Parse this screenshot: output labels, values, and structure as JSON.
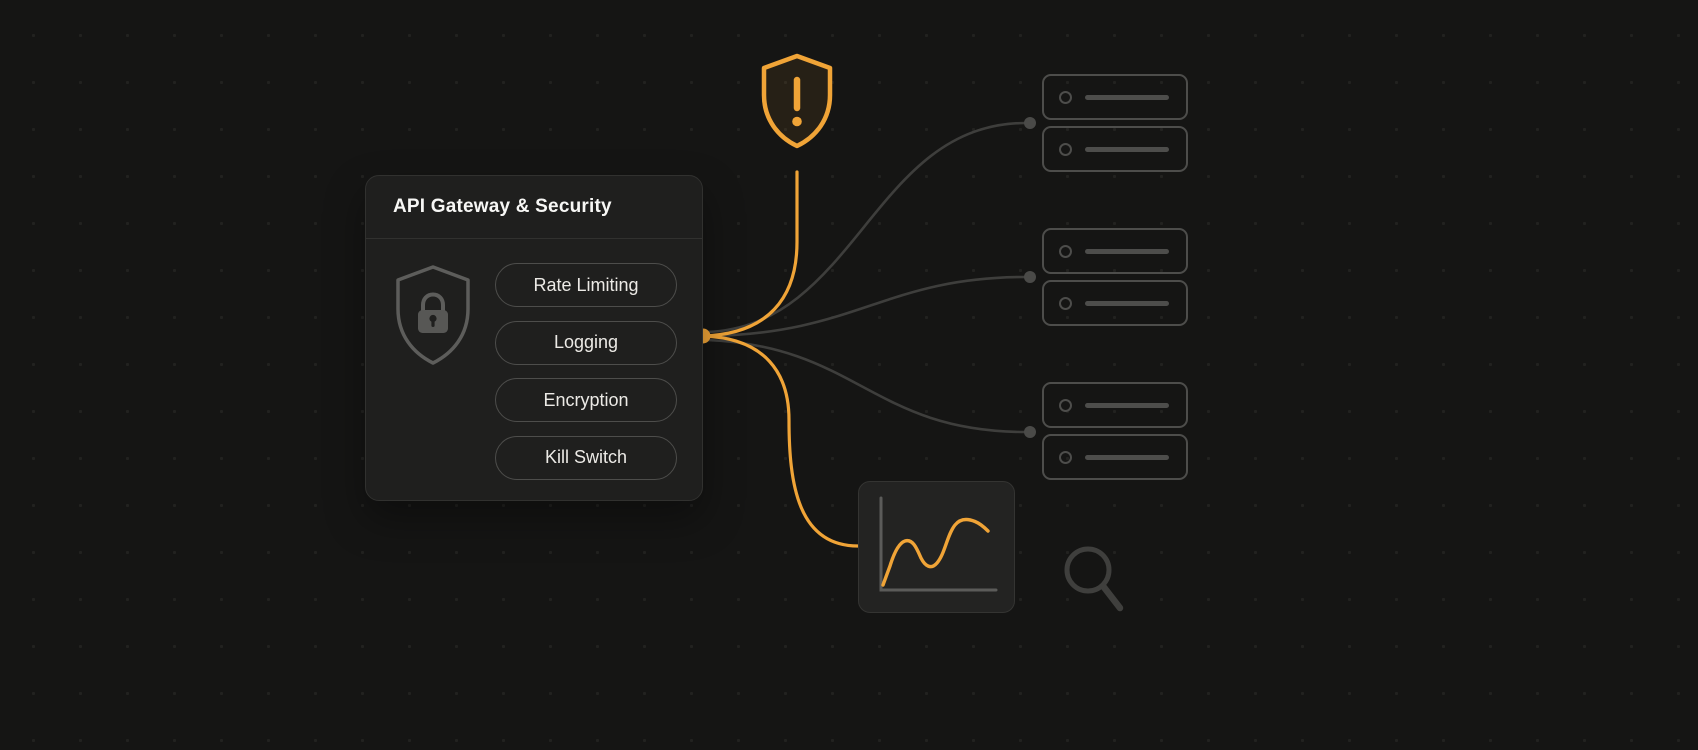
{
  "colors": {
    "background": "#151514",
    "card_bg": "#1f1f1e",
    "card_border": "#31312f",
    "pill_border": "#4d4d4b",
    "text": "#f2f2f0",
    "accent": "#f0a437",
    "line_gray": "#3e3e3c",
    "outline_gray": "#4d4d4b",
    "chart_bg": "#232322"
  },
  "card": {
    "title": "API Gateway & Security",
    "icon": "shield-lock-icon",
    "pills": [
      {
        "label": "Rate Limiting"
      },
      {
        "label": "Logging"
      },
      {
        "label": "Encryption"
      },
      {
        "label": "Kill Switch"
      }
    ]
  },
  "icons": {
    "top": "shield-alert-icon",
    "right": "server-stack-icon",
    "bottom": "line-chart-icon",
    "search": "search-icon"
  },
  "diagram": {
    "server_stacks": 3,
    "rows_per_stack": 2,
    "connections": [
      "gateway-to-warning-shield",
      "gateway-to-server-stack-1",
      "gateway-to-server-stack-2",
      "gateway-to-server-stack-3",
      "gateway-to-line-chart"
    ]
  }
}
